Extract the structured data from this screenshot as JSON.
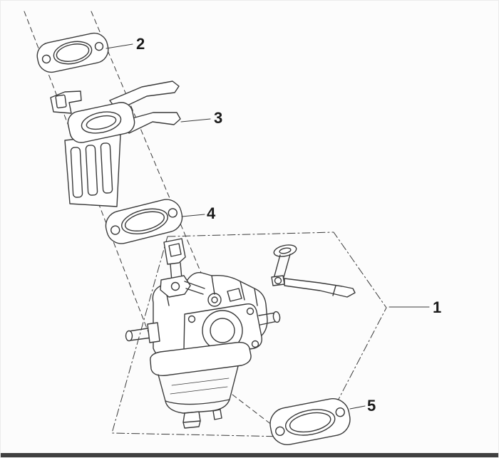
{
  "diagram": {
    "parts": [
      {
        "label": "1"
      },
      {
        "label": "2"
      },
      {
        "label": "3"
      },
      {
        "label": "4"
      },
      {
        "label": "5"
      }
    ]
  },
  "colors": {
    "background": "#fcfcfc",
    "line": "#3a3a3a",
    "label_text": "#1b1b1b",
    "bottom_bar": "#404040"
  }
}
